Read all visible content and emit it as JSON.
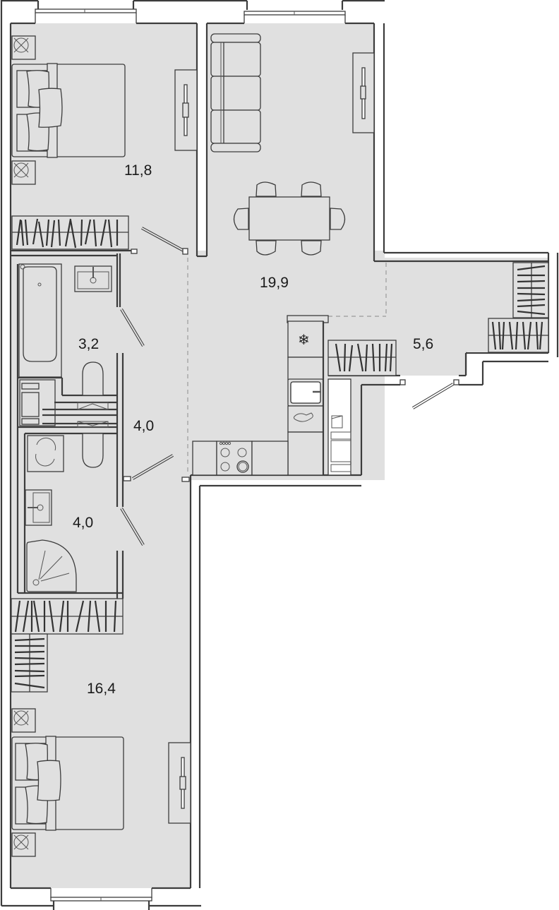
{
  "plan": {
    "type": "apartment floor plan",
    "fill_color": "#e0e0e0",
    "wall_color": "#3c3c3c",
    "rooms": [
      {
        "id": "bedroom-1",
        "name": "bedroom",
        "area": "11,8"
      },
      {
        "id": "living-kitchen",
        "name": "living-kitchen",
        "area": "19,9"
      },
      {
        "id": "loggia",
        "name": "balcony / loggia",
        "area": "5,6"
      },
      {
        "id": "bathroom-1",
        "name": "bathroom with tub",
        "area": "3,2"
      },
      {
        "id": "hallway",
        "name": "hallway",
        "area": "4,0"
      },
      {
        "id": "bathroom-2",
        "name": "bathroom with shower",
        "area": "4,0"
      },
      {
        "id": "bedroom-2",
        "name": "bedroom",
        "area": "16,4"
      }
    ],
    "icons": {
      "fridge": "❄"
    }
  }
}
